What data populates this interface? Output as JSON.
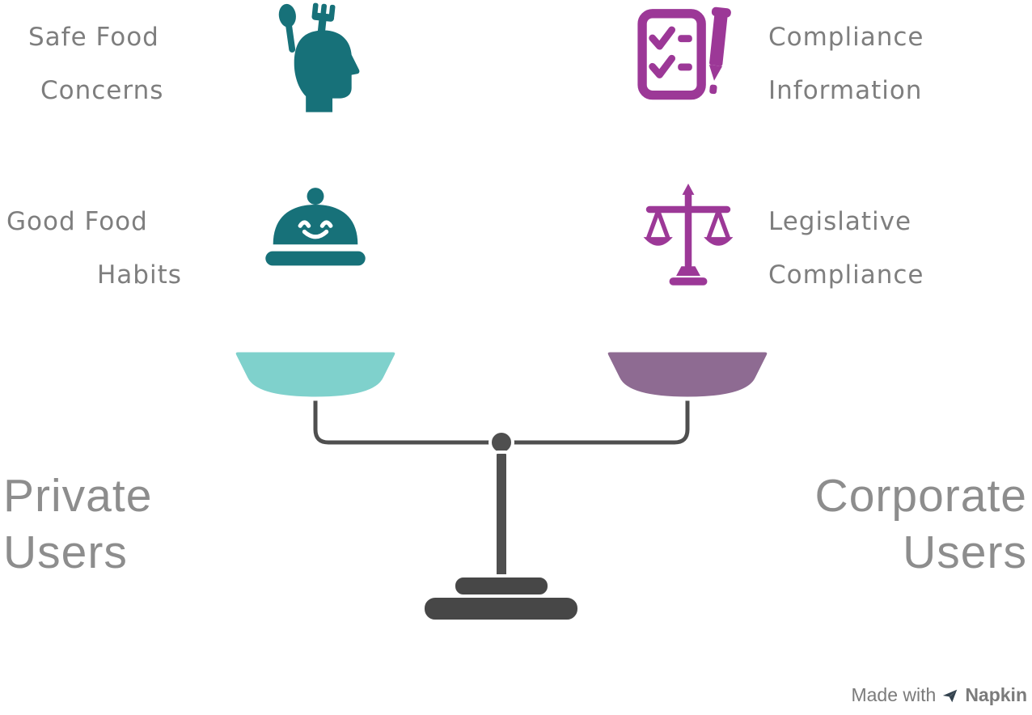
{
  "palette": {
    "teal": "#177179",
    "teal_light": "#7FD1CC",
    "purple": "#9C3897",
    "mauve": "#8E6B92",
    "text_gray": "#7E7E7E",
    "big_text_gray": "#8D8D8D",
    "hardware_gray": "#4F4F4F",
    "hardware_dark": "#474747",
    "watermark_gray": "#7B7B7B",
    "napkin_dark": "#33424E"
  },
  "left_column": {
    "top_item": {
      "line1": "Safe Food",
      "line2": "Concerns"
    },
    "middle_item": {
      "line1": "Good Food",
      "line2": "Habits"
    },
    "side_label": {
      "line1": "Private",
      "line2": "Users"
    }
  },
  "right_column": {
    "top_item": {
      "line1": "Compliance",
      "line2": "Information"
    },
    "middle_item": {
      "line1": "Legislative",
      "line2": "Compliance"
    },
    "side_label": {
      "line1": "Corporate",
      "line2": "Users"
    }
  },
  "watermark": {
    "prefix": "Made with",
    "brand": "Napkin"
  }
}
